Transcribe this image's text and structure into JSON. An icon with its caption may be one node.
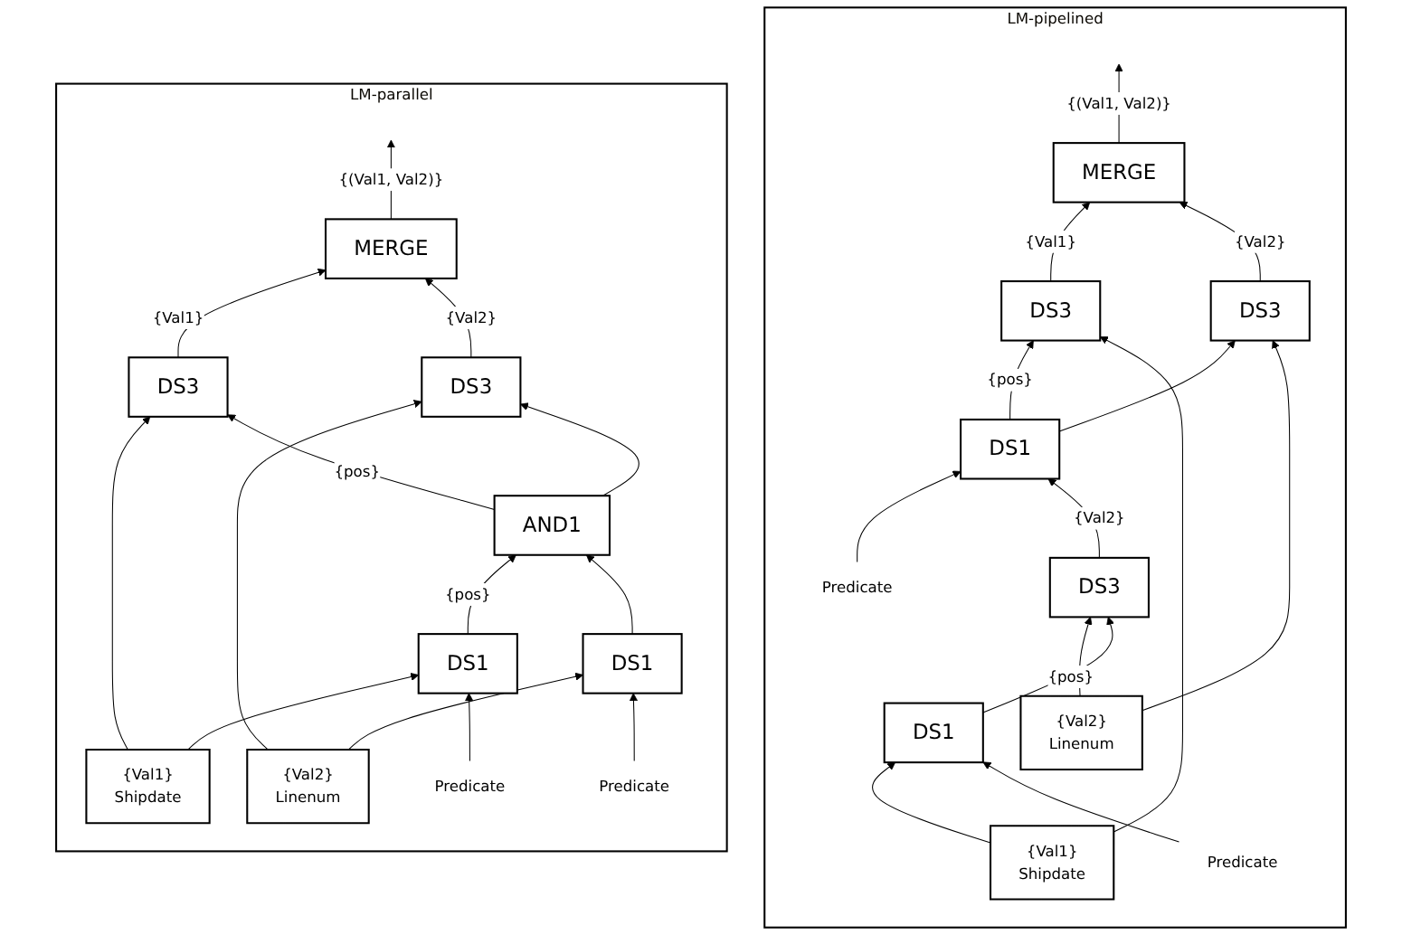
{
  "diagram": {
    "nodes": [
      {
        "text": [
          "LM-parallel"
        ]
      },
      {
        "text": [
          "MERGE"
        ],
        "in": 0
      },
      {
        "text": [
          "DS3"
        ],
        "in": 0
      },
      {
        "text": [
          "DS3"
        ],
        "in": 0
      },
      {
        "text": [
          "{Val1}",
          "Shipdate"
        ],
        "in": 0
      },
      {
        "text": [
          "AND1"
        ],
        "in": 0
      },
      {
        "text": [
          "{Val2}",
          "Linenum"
        ],
        "in": 0
      },
      {
        "text": [
          "DS1"
        ],
        "in": 0
      },
      {
        "text": [
          "DS1"
        ],
        "in": 0
      },
      {
        "text": [
          "Predicate"
        ],
        "in": 0
      },
      {
        "text": [
          "Predicate"
        ],
        "in": 0
      },
      {
        "text": [
          "LM-pipelined"
        ]
      },
      {
        "text": [
          "MERGE"
        ],
        "in": 11
      },
      {
        "text": [
          "DS3"
        ],
        "in": 11
      },
      {
        "text": [
          "DS3"
        ],
        "in": 11
      },
      {
        "text": [
          "DS1"
        ],
        "in": 11
      },
      {
        "text": [
          "Predicate"
        ],
        "in": 11
      },
      {
        "text": [
          "{Val2}",
          "Linenum"
        ],
        "in": 11
      },
      {
        "text": [
          "DS3"
        ],
        "in": 11
      },
      {
        "text": [
          "{Val1}",
          "Shipdate"
        ],
        "in": 11
      },
      {
        "text": [
          "DS1"
        ],
        "in": 11
      },
      {
        "text": [
          "Predicate"
        ],
        "in": 11
      }
    ],
    "edges": [
      {
        "from": 1,
        "to": null,
        "arrow": "to",
        "label": "{(Val1, Val2)}"
      },
      {
        "from": 2,
        "to": 1,
        "arrow": "to",
        "label": "{Val1}"
      },
      {
        "from": 3,
        "to": 1,
        "arrow": "to",
        "label": "{Val2}"
      },
      {
        "from": 5,
        "to": 2,
        "arrow": "to",
        "label": "{pos}"
      },
      {
        "from": 5,
        "to": 3,
        "arrow": "to"
      },
      {
        "from": 4,
        "to": 2,
        "arrow": "to"
      },
      {
        "from": 6,
        "to": 3,
        "arrow": "to"
      },
      {
        "from": 7,
        "to": 5,
        "arrow": "to",
        "label": "{pos}"
      },
      {
        "from": 8,
        "to": 5,
        "arrow": "to"
      },
      {
        "from": 4,
        "to": 7,
        "arrow": "to"
      },
      {
        "from": 9,
        "to": 7,
        "arrow": "to"
      },
      {
        "from": 6,
        "to": 8,
        "arrow": "to"
      },
      {
        "from": 10,
        "to": 8,
        "arrow": "to"
      },
      {
        "from": 12,
        "to": null,
        "arrow": "to",
        "label": "{(Val1, Val2)}"
      },
      {
        "from": 13,
        "to": 12,
        "arrow": "to",
        "label": "{Val1}"
      },
      {
        "from": 14,
        "to": 12,
        "arrow": "to",
        "label": "{Val2}"
      },
      {
        "from": 15,
        "to": 13,
        "arrow": "to",
        "label": "{pos}"
      },
      {
        "from": 15,
        "to": 14,
        "arrow": "to"
      },
      {
        "from": 16,
        "to": 15,
        "arrow": "to"
      },
      {
        "from": 18,
        "to": 15,
        "arrow": "to",
        "label": "{Val2}"
      },
      {
        "from": 17,
        "to": 18,
        "arrow": "to"
      },
      {
        "from": 17,
        "to": 14,
        "arrow": "to"
      },
      {
        "from": 20,
        "to": 18,
        "arrow": "to",
        "label": "{pos}"
      },
      {
        "from": 19,
        "to": 13,
        "arrow": "to"
      },
      {
        "from": 19,
        "to": 20,
        "arrow": "to"
      },
      {
        "from": 21,
        "to": 20,
        "arrow": "to"
      }
    ]
  }
}
